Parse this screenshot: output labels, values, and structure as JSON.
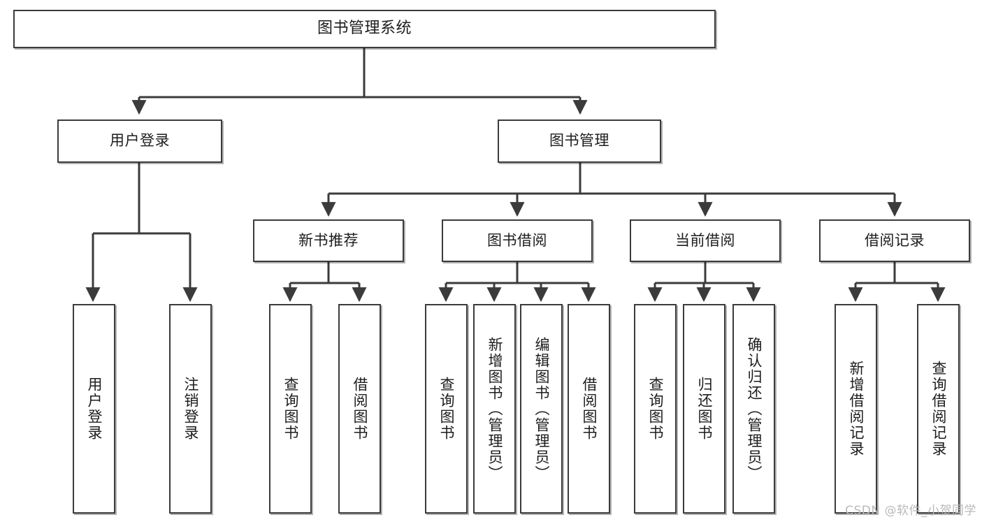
{
  "diagram": {
    "title": "图书管理系统",
    "type": "tree",
    "root": {
      "id": "root",
      "label": "图书管理系统",
      "orientation": "horizontal"
    },
    "level2": [
      {
        "id": "user-login",
        "label": "用户登录",
        "orientation": "horizontal"
      },
      {
        "id": "book-manage",
        "label": "图书管理",
        "orientation": "horizontal"
      }
    ],
    "level3": [
      {
        "id": "new-book-recommend",
        "label": "新书推荐",
        "orientation": "horizontal",
        "parent": "book-manage"
      },
      {
        "id": "book-borrow",
        "label": "图书借阅",
        "orientation": "horizontal",
        "parent": "book-manage"
      },
      {
        "id": "current-borrow",
        "label": "当前借阅",
        "orientation": "horizontal",
        "parent": "book-manage"
      },
      {
        "id": "borrow-record",
        "label": "借阅记录",
        "orientation": "horizontal",
        "parent": "book-manage"
      }
    ],
    "leaves": [
      {
        "id": "leaf-user-login",
        "label": "用户登录",
        "orientation": "vertical",
        "parent": "user-login"
      },
      {
        "id": "leaf-user-logout",
        "label": "注销登录",
        "orientation": "vertical",
        "parent": "user-login"
      },
      {
        "id": "leaf-query-book-1",
        "label": "查询图书",
        "orientation": "vertical",
        "parent": "new-book-recommend"
      },
      {
        "id": "leaf-borrow-book-1",
        "label": "借阅图书",
        "orientation": "vertical",
        "parent": "new-book-recommend"
      },
      {
        "id": "leaf-query-book-2",
        "label": "查询图书",
        "orientation": "vertical",
        "parent": "book-borrow"
      },
      {
        "id": "leaf-add-book",
        "label": "新增图书（管理员）",
        "orientation": "vertical",
        "parent": "book-borrow"
      },
      {
        "id": "leaf-edit-book",
        "label": "编辑图书（管理员）",
        "orientation": "vertical",
        "parent": "book-borrow"
      },
      {
        "id": "leaf-borrow-book-2",
        "label": "借阅图书",
        "orientation": "vertical",
        "parent": "book-borrow"
      },
      {
        "id": "leaf-query-book-3",
        "label": "查询图书",
        "orientation": "vertical",
        "parent": "current-borrow"
      },
      {
        "id": "leaf-return-book",
        "label": "归还图书",
        "orientation": "vertical",
        "parent": "current-borrow"
      },
      {
        "id": "leaf-confirm-return",
        "label": "确认归还（管理员）",
        "orientation": "vertical",
        "parent": "current-borrow"
      },
      {
        "id": "leaf-add-record",
        "label": "新增借阅记录",
        "orientation": "vertical",
        "parent": "borrow-record"
      },
      {
        "id": "leaf-query-record",
        "label": "查询借阅记录",
        "orientation": "vertical",
        "parent": "borrow-record"
      }
    ]
  },
  "watermark": {
    "text": "CSDN @软件_小贺同学"
  },
  "colors": {
    "box_border": "#3b3b3b",
    "box_fill": "#ffffff",
    "connector": "#3b3b3b",
    "text": "#1d1d1d",
    "watermark": "#b9b9b9",
    "background": "#ffffff"
  }
}
